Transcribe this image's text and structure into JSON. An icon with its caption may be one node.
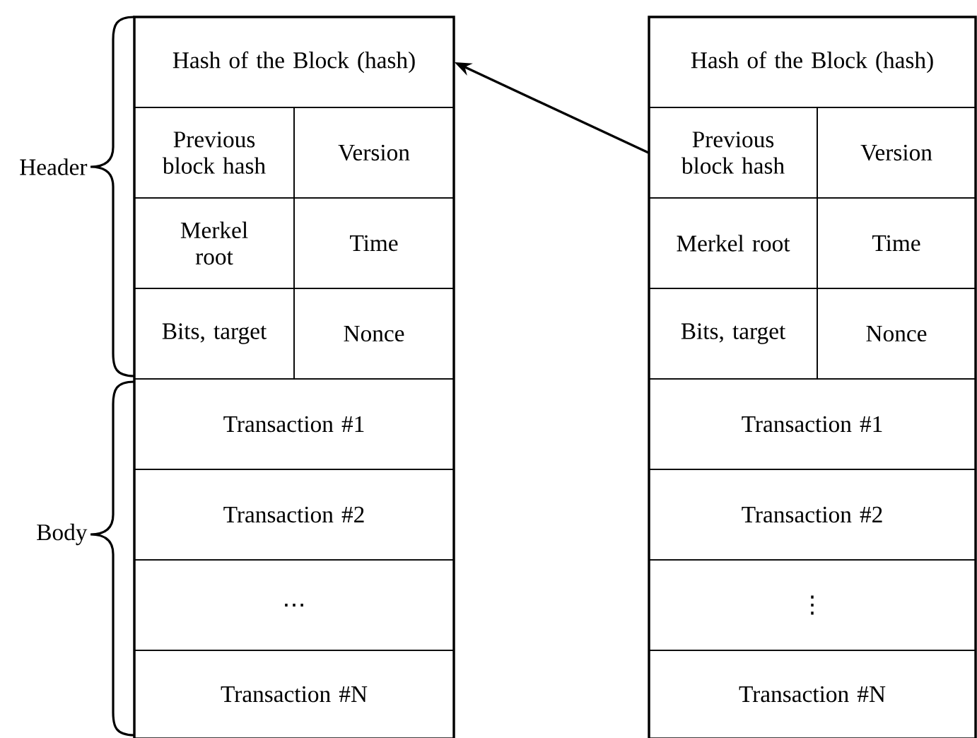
{
  "diagram": {
    "nodes": [
      {
        "text": [
          "Hash of the Block (hash)"
        ]
      },
      {
        "text": [
          "Previous block hash"
        ]
      },
      {
        "text": [
          "Version"
        ]
      },
      {
        "text": [
          "Merkel root"
        ]
      },
      {
        "text": [
          "Time"
        ]
      },
      {
        "text": [
          "Bits, target"
        ]
      },
      {
        "text": [
          "Nonce"
        ]
      },
      {
        "text": [
          "Transaction #1"
        ]
      },
      {
        "text": [
          "Transaction #2"
        ]
      },
      {
        "text": [
          "…"
        ]
      },
      {
        "text": [
          "Transaction #N"
        ]
      },
      {
        "text": [
          "Hash of the Block (hash)"
        ]
      },
      {
        "text": [
          "Previous block hash"
        ]
      },
      {
        "text": [
          "Version"
        ]
      },
      {
        "text": [
          "Merkel root"
        ]
      },
      {
        "text": [
          "Time"
        ]
      },
      {
        "text": [
          "Bits, target"
        ]
      },
      {
        "text": [
          "Nonce"
        ]
      },
      {
        "text": [
          "Transaction #1"
        ]
      },
      {
        "text": [
          "Transaction #2"
        ]
      },
      {
        "text": [
          "⋮"
        ]
      },
      {
        "text": [
          "Transaction #N"
        ]
      }
    ],
    "edges": [
      {
        "from": 12,
        "to": 0,
        "arrow": "to"
      }
    ],
    "labels": [
      "Header",
      "Body"
    ]
  }
}
